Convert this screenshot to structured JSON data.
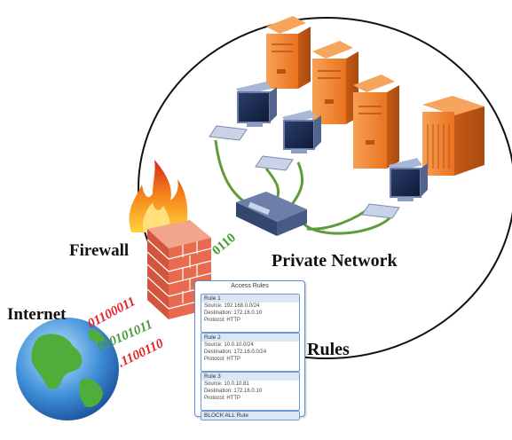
{
  "labels": {
    "firewall": "Firewall",
    "private_network": "Private Network",
    "internet": "Internet",
    "rules": "Rules"
  },
  "binary_streams": {
    "to_lan": "0110",
    "red_upper": "01100011",
    "green_middle": "010101011",
    "red_lower": ".1100110"
  },
  "access_rules": {
    "title": "Access Rules",
    "rules": [
      {
        "name": "Rule 1",
        "lines": [
          "Source: 192.168.0.0/24",
          "Destination: 172.16.0.10",
          "Protocol: HTTP"
        ]
      },
      {
        "name": "Rule 2",
        "lines": [
          "Source: 10.0.10.0/24",
          "Destination: 172.16.0.0/24",
          "Protocol: HTTP"
        ]
      },
      {
        "name": "Rule 3",
        "lines": [
          "Source: 10.0.10.81",
          "Destination: 172.16.0.10",
          "Protocol: HTTP"
        ]
      }
    ],
    "block_all": "BLOCK ALL Rule"
  },
  "colors": {
    "server_orange": "#f0812a",
    "cable_green": "#5f9b3a",
    "bit_red": "#e8202a",
    "bit_green": "#4a9a3a",
    "rules_border": "#5b8fd6"
  }
}
